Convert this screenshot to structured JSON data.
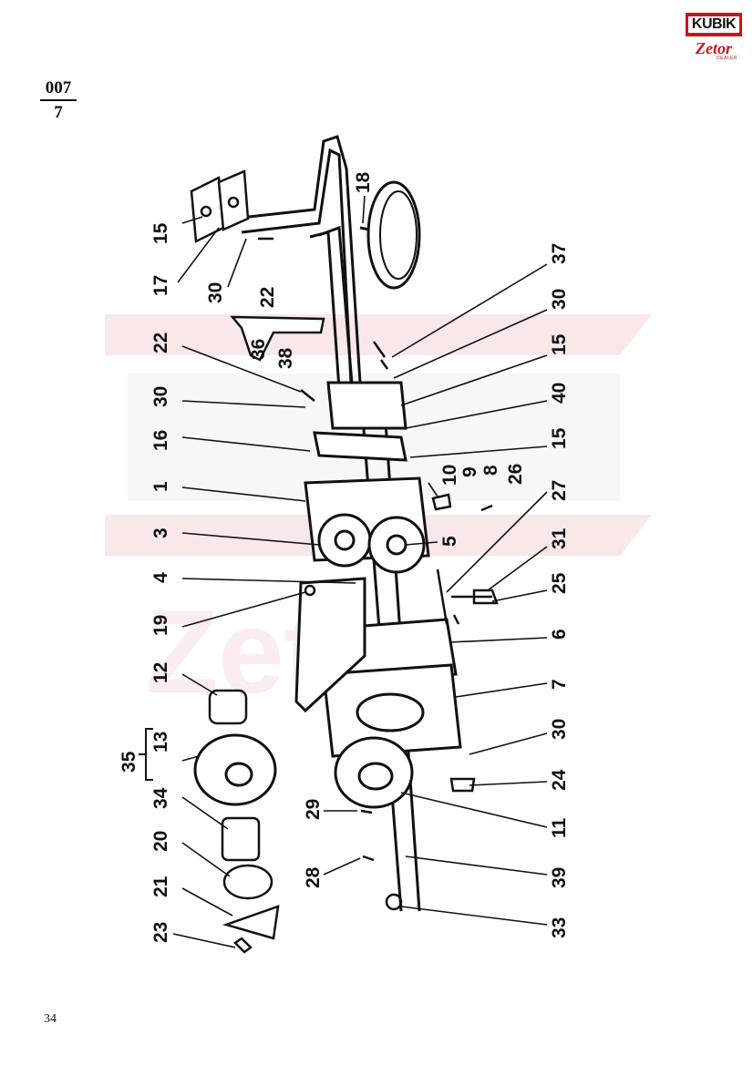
{
  "brand": {
    "logo_top": "KUBIK",
    "logo_bottom": "Zetor",
    "logo_dealer": "DEALER",
    "accent_color": "#c8161d"
  },
  "figure": {
    "number_top": "007",
    "number_bottom": "7"
  },
  "page_number": "34",
  "callouts": [
    "15",
    "17",
    "30",
    "22",
    "22",
    "30",
    "16",
    "1",
    "3",
    "4",
    "19",
    "12",
    "13",
    "35",
    "34",
    "20",
    "21",
    "23",
    "36",
    "38",
    "18",
    "37",
    "30",
    "15",
    "40",
    "15",
    "10",
    "9",
    "8",
    "26",
    "27",
    "5",
    "31",
    "25",
    "6",
    "7",
    "30",
    "24",
    "11",
    "29",
    "28",
    "39",
    "33"
  ]
}
